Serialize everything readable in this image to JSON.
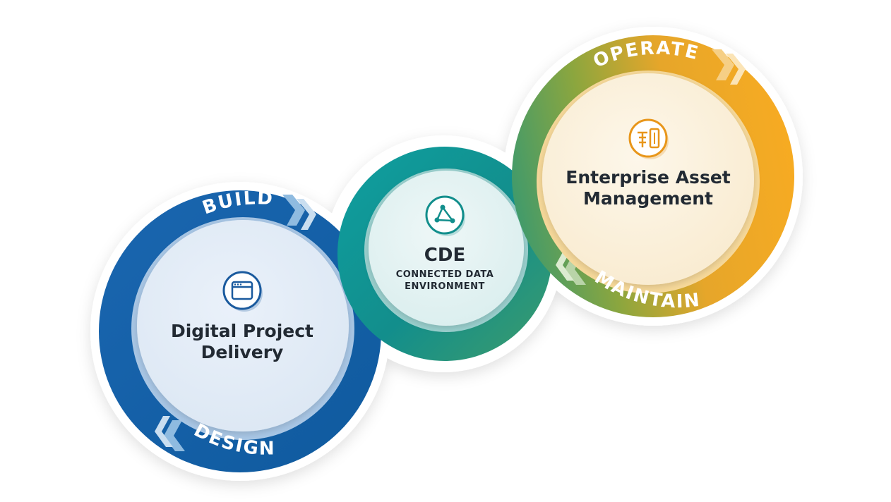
{
  "circles": {
    "left": {
      "top_arc_label": "BUILD",
      "bottom_arc_label": "DESIGN",
      "title_line1": "Digital Project",
      "title_line2": "Delivery",
      "icon": "browser-window-icon"
    },
    "middle": {
      "title": "CDE",
      "subtitle_line1": "CONNECTED DATA",
      "subtitle_line2": "ENVIRONMENT",
      "icon": "network-nodes-icon"
    },
    "right": {
      "top_arc_label": "OPERATE",
      "bottom_arc_label": "MAINTAIN",
      "title_line1": "Enterprise Asset",
      "title_line2": "Management",
      "icon": "asset-tower-icon"
    }
  },
  "colors": {
    "blue_ring": "#1566ad",
    "teal_ring": "#139a98",
    "green_ring": "#6fa14c",
    "orange_ring": "#f5a623",
    "text_dark": "#222a33"
  }
}
